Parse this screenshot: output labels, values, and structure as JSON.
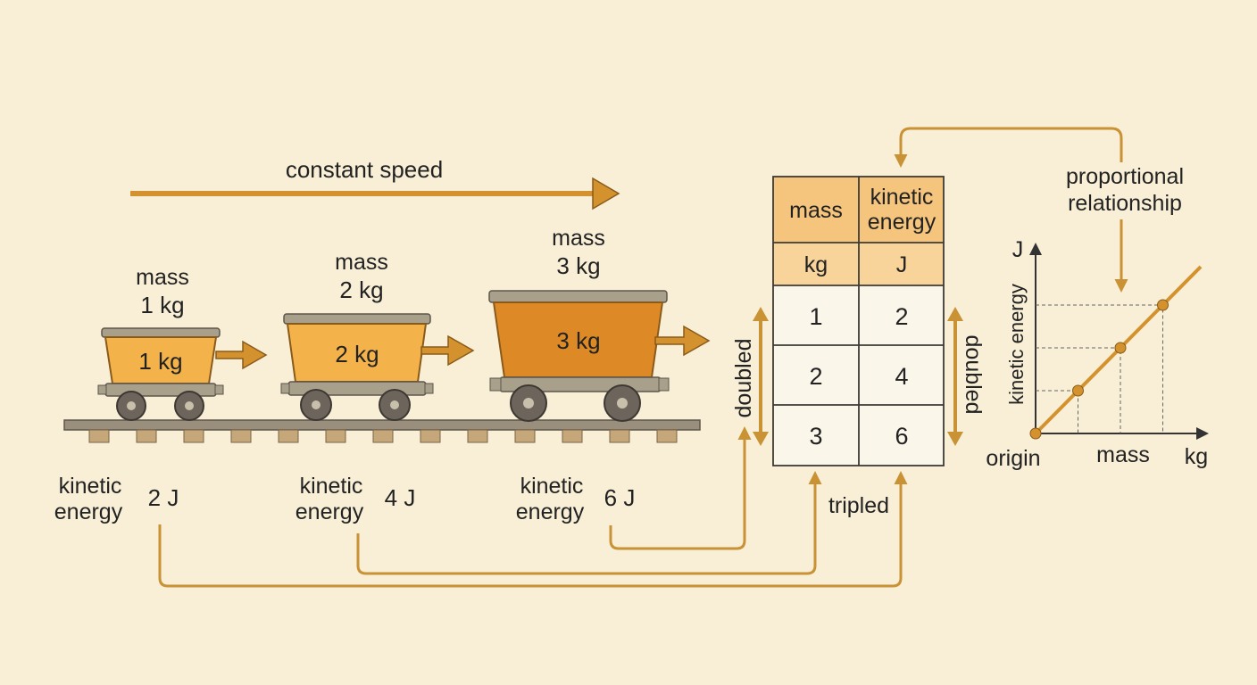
{
  "speed_label": "constant speed",
  "carts": [
    {
      "mass_word": "mass",
      "mass_value": "1 kg",
      "body_label": "1 kg",
      "ke_word1": "kinetic",
      "ke_word2": "energy",
      "ke_value": "2 J"
    },
    {
      "mass_word": "mass",
      "mass_value": "2 kg",
      "body_label": "2 kg",
      "ke_word1": "kinetic",
      "ke_word2": "energy",
      "ke_value": "4 J"
    },
    {
      "mass_word": "mass",
      "mass_value": "3 kg",
      "body_label": "3 kg",
      "ke_word1": "kinetic",
      "ke_word2": "energy",
      "ke_value": "6 J"
    }
  ],
  "table": {
    "headers": [
      "mass",
      "kinetic",
      "energy"
    ],
    "units": [
      "kg",
      "J"
    ],
    "rows": [
      [
        "1",
        "2"
      ],
      [
        "2",
        "4"
      ],
      [
        "3",
        "6"
      ]
    ]
  },
  "annotations": {
    "left_bracket": "doubled",
    "right_bracket": "doubled",
    "bottom": "tripled",
    "relationship_line1": "proportional",
    "relationship_line2": "relationship"
  },
  "graph": {
    "y_unit": "J",
    "y_label": "kinetic energy",
    "x_label": "mass",
    "x_unit": "kg",
    "origin_label": "origin",
    "points": [
      {
        "mass": 1,
        "energy": 2
      },
      {
        "mass": 2,
        "energy": 4
      },
      {
        "mass": 3,
        "energy": 6
      }
    ]
  },
  "colors": {
    "background": "#f8efd6",
    "arrow": "#d4922e",
    "connector": "#c99235",
    "cart_light": "#f3b24a",
    "cart_dark": "#dd8a26",
    "chassis": "#a9a08b",
    "rail": "#9a8f7c",
    "table_header": "#f6c57d",
    "table_unit": "#f8d39a"
  }
}
